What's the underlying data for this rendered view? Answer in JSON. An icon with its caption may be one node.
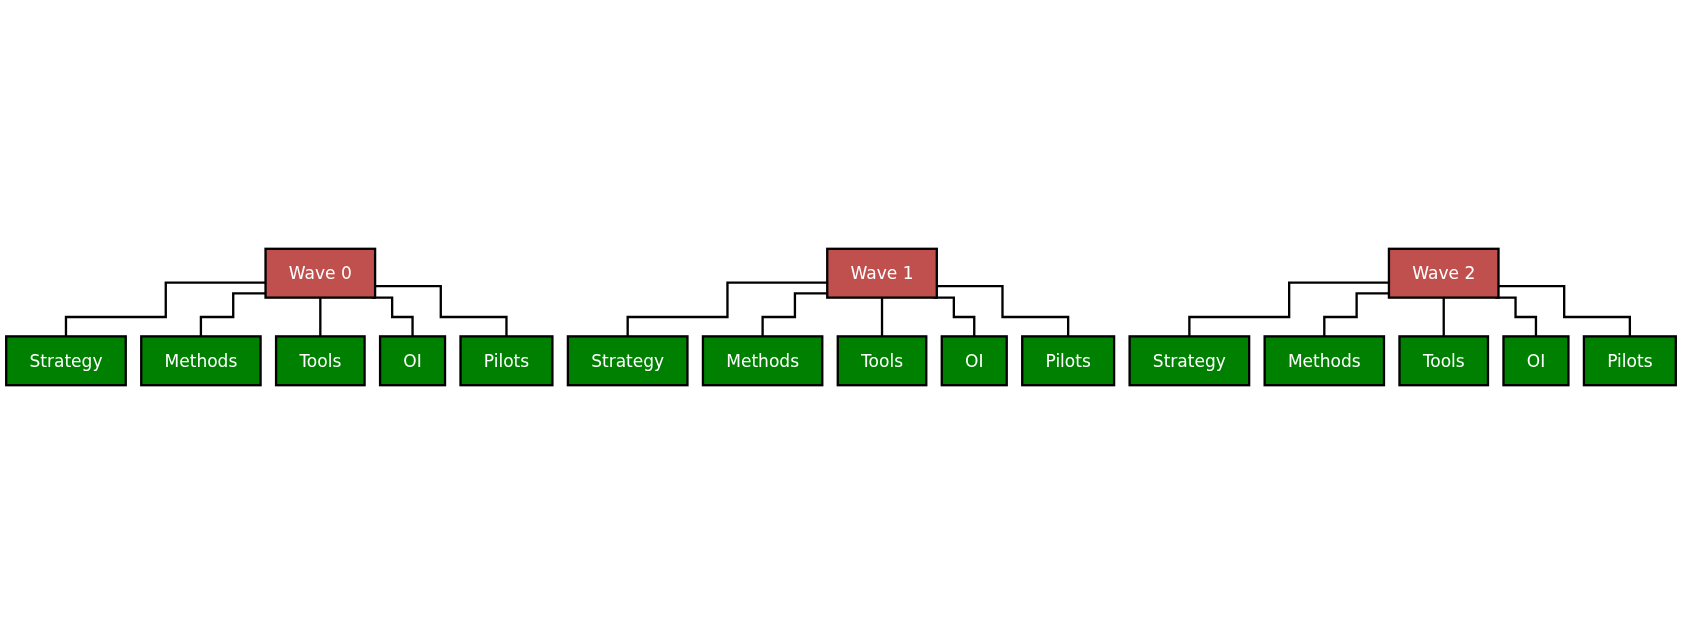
{
  "diagram": {
    "nodes": [
      {
        "text": [
          "Wave 0"
        ]
      },
      {
        "text": [
          "Strategy"
        ]
      },
      {
        "text": [
          "Methods"
        ]
      },
      {
        "text": [
          "Tools"
        ]
      },
      {
        "text": [
          "OI"
        ]
      },
      {
        "text": [
          "Pilots"
        ]
      },
      {
        "text": [
          "Wave 1"
        ]
      },
      {
        "text": [
          "Strategy"
        ]
      },
      {
        "text": [
          "Methods"
        ]
      },
      {
        "text": [
          "Tools"
        ]
      },
      {
        "text": [
          "OI"
        ]
      },
      {
        "text": [
          "Pilots"
        ]
      },
      {
        "text": [
          "Wave 2"
        ]
      },
      {
        "text": [
          "Strategy"
        ]
      },
      {
        "text": [
          "Methods"
        ]
      },
      {
        "text": [
          "Tools"
        ]
      },
      {
        "text": [
          "OI"
        ]
      },
      {
        "text": [
          "Pilots"
        ]
      }
    ],
    "edges": [
      {
        "from": 0,
        "to": 1,
        "arrow": "none"
      },
      {
        "from": 0,
        "to": 2,
        "arrow": "none"
      },
      {
        "from": 0,
        "to": 3,
        "arrow": "none"
      },
      {
        "from": 0,
        "to": 4,
        "arrow": "none"
      },
      {
        "from": 0,
        "to": 5,
        "arrow": "none"
      },
      {
        "from": 6,
        "to": 7,
        "arrow": "none"
      },
      {
        "from": 6,
        "to": 8,
        "arrow": "none"
      },
      {
        "from": 6,
        "to": 9,
        "arrow": "none"
      },
      {
        "from": 6,
        "to": 10,
        "arrow": "none"
      },
      {
        "from": 6,
        "to": 11,
        "arrow": "none"
      },
      {
        "from": 12,
        "to": 13,
        "arrow": "none"
      },
      {
        "from": 12,
        "to": 14,
        "arrow": "none"
      },
      {
        "from": 12,
        "to": 15,
        "arrow": "none"
      },
      {
        "from": 12,
        "to": 16,
        "arrow": "none"
      },
      {
        "from": 12,
        "to": 17,
        "arrow": "none"
      }
    ]
  }
}
